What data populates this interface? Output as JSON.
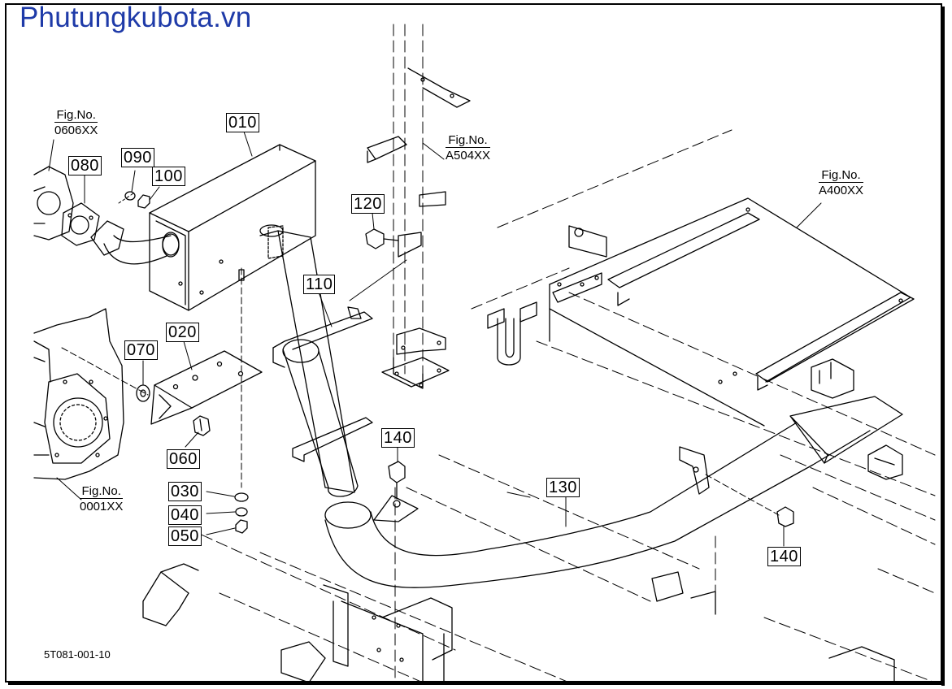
{
  "watermark": "Phutungkubota.vn",
  "drawing_number": "5T081-001-10",
  "figure_references": [
    {
      "no_label": "Fig.No.",
      "code": "0606XX"
    },
    {
      "no_label": "Fig.No.",
      "code": "A504XX"
    },
    {
      "no_label": "Fig.No.",
      "code": "A400XX"
    },
    {
      "no_label": "Fig.No.",
      "code": "0001XX"
    }
  ],
  "parts": {
    "p010": "010",
    "p020": "020",
    "p030": "030",
    "p040": "040",
    "p050": "050",
    "p060": "060",
    "p070": "070",
    "p080": "080",
    "p090": "090",
    "p100": "100",
    "p110": "110",
    "p120": "120",
    "p130": "130",
    "p140a": "140",
    "p140b": "140"
  },
  "colors": {
    "watermark": "#1e3aa8",
    "line": "#000000",
    "background": "#ffffff"
  }
}
